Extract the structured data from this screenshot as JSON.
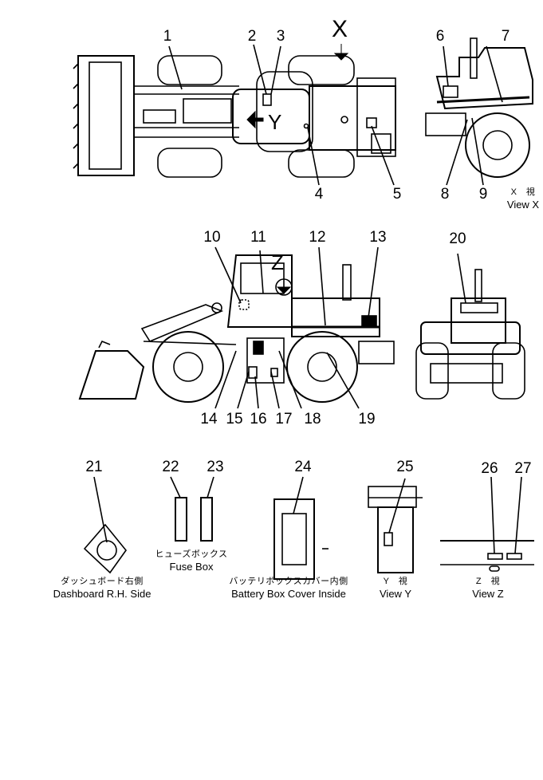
{
  "callouts": [
    "1",
    "2",
    "3",
    "4",
    "5",
    "6",
    "7",
    "8",
    "9",
    "10",
    "11",
    "12",
    "13",
    "14",
    "15",
    "16",
    "17",
    "18",
    "19",
    "20",
    "21",
    "22",
    "23",
    "24",
    "25",
    "26",
    "27"
  ],
  "view_letters": {
    "x": "X",
    "y": "Y",
    "z": "Z"
  },
  "captions": {
    "view_x_jp": "X　視",
    "view_x_en": "View X",
    "fuse_box_jp": "ヒューズボックス",
    "fuse_box_en": "Fuse Box",
    "dashboard_jp": "ダッシュボード右側",
    "dashboard_en": "Dashboard R.H. Side",
    "battery_jp": "バッテリボックスカバー内側",
    "battery_en": "Battery Box Cover Inside",
    "view_y_jp": "Y　視",
    "view_y_en": "View Y",
    "view_z_jp": "Z　視",
    "view_z_en": "View Z"
  }
}
